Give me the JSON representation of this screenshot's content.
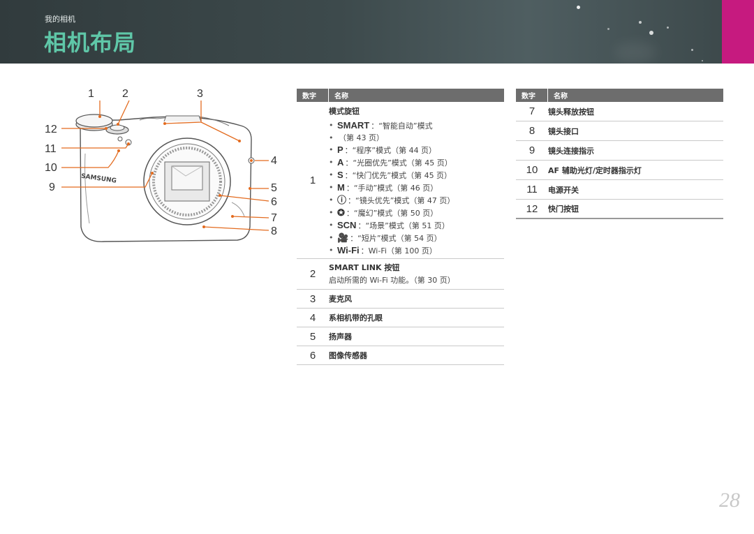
{
  "header": {
    "breadcrumb": "我的相机",
    "title": "相机布局",
    "accent_color": "#5fc7a8",
    "tab_color": "#c61a7f"
  },
  "figure": {
    "callouts": [
      "1",
      "2",
      "3",
      "4",
      "5",
      "6",
      "7",
      "8",
      "9",
      "10",
      "11",
      "12"
    ],
    "brand": "SAMSUNG"
  },
  "left_table": {
    "col_number": "数字",
    "col_name": "名称",
    "row1": {
      "num": "1",
      "name": "模式旋钮",
      "items": [
        {
          "glyph": "SMART",
          "text": "：“智能自动”模式"
        },
        {
          "glyph": "",
          "text": "（第 43 页）"
        },
        {
          "glyph": "P",
          "text": "：“程序”模式（第 44 页）"
        },
        {
          "glyph": "A",
          "text": "：“光圈优先”模式（第 45 页）"
        },
        {
          "glyph": "S",
          "text": "：“快门优先”模式（第 45 页）"
        },
        {
          "glyph": "M",
          "text": "：“手动”模式（第 46 页）"
        },
        {
          "glyph": "ⓘ",
          "text": "：“镜头优先”模式（第 47 页）"
        },
        {
          "glyph": "✪",
          "text": "：“魔幻”模式（第 50 页）"
        },
        {
          "glyph": "SCN",
          "text": "：“场景”模式（第 51 页）"
        },
        {
          "glyph": "🎥",
          "text": "：“短片”模式（第 54 页）"
        },
        {
          "glyph": "Wi-Fi",
          "text": "：Wi-Fi（第 100 页）"
        }
      ]
    },
    "row2": {
      "num": "2",
      "name": "SMART LINK 按钮",
      "sub": "启动所需的 Wi-Fi 功能。（第 30 页）"
    },
    "row3": {
      "num": "3",
      "name": "麦克风"
    },
    "row4": {
      "num": "4",
      "name": "系相机带的孔眼"
    },
    "row5": {
      "num": "5",
      "name": "扬声器"
    },
    "row6": {
      "num": "6",
      "name": "图像传感器"
    }
  },
  "right_table": {
    "col_number": "数字",
    "col_name": "名称",
    "rows": [
      {
        "num": "7",
        "name": "镜头释放按钮"
      },
      {
        "num": "8",
        "name": "镜头接口"
      },
      {
        "num": "9",
        "name": "镜头连接指示"
      },
      {
        "num": "10",
        "name": "AF 辅助光灯/定时器指示灯"
      },
      {
        "num": "11",
        "name": "电源开关"
      },
      {
        "num": "12",
        "name": "快门按钮"
      }
    ]
  },
  "page_number": "28"
}
